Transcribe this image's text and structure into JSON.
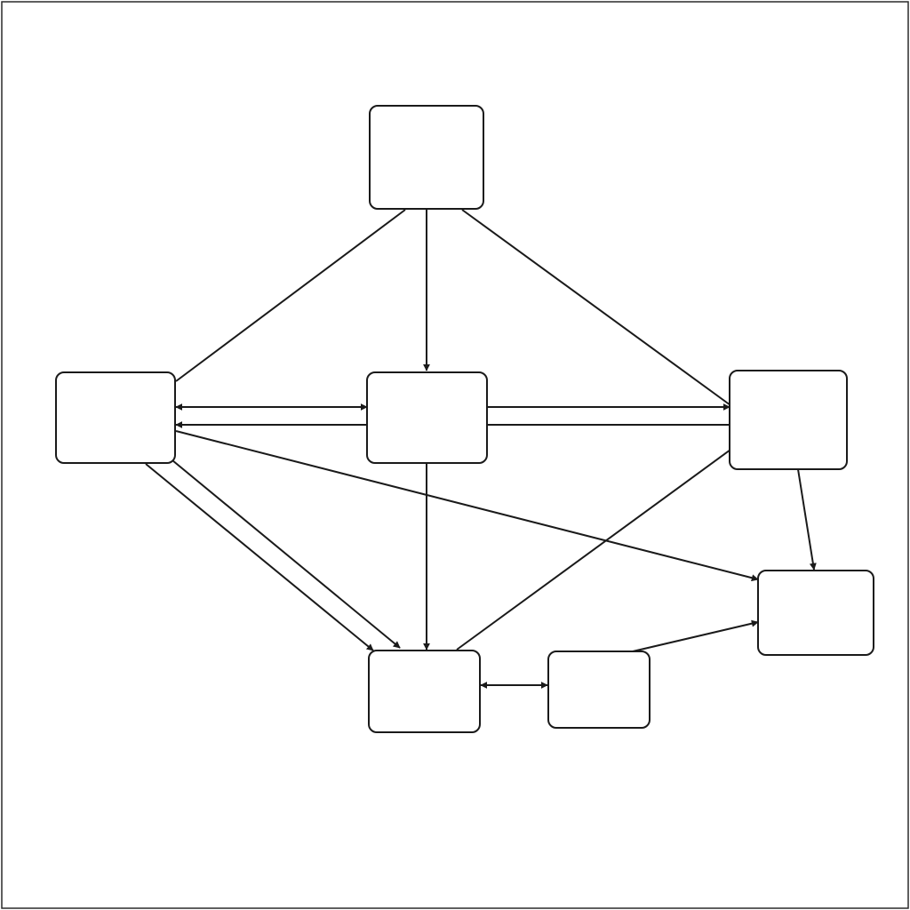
{
  "diagram": {
    "stroke_color": "#1a1a1a",
    "background_color": "#ffffff",
    "nodes": [
      {
        "id": "top",
        "label": ""
      },
      {
        "id": "left",
        "label": ""
      },
      {
        "id": "center",
        "label": ""
      },
      {
        "id": "right",
        "label": ""
      },
      {
        "id": "bottom-center",
        "label": ""
      },
      {
        "id": "bottom-middle",
        "label": ""
      },
      {
        "id": "bottom-right",
        "label": ""
      }
    ],
    "edges": [
      {
        "from": "top",
        "to": "left",
        "arrow": "none"
      },
      {
        "from": "top",
        "to": "center",
        "arrow": "end"
      },
      {
        "from": "top",
        "to": "right",
        "arrow": "none"
      },
      {
        "from": "left",
        "to": "center",
        "arrow": "both"
      },
      {
        "from": "center",
        "to": "left",
        "arrow": "end"
      },
      {
        "from": "center",
        "to": "right",
        "arrow": "end"
      },
      {
        "from": "center",
        "to": "right",
        "arrow": "none"
      },
      {
        "from": "left",
        "to": "bottom-center",
        "arrow": "end"
      },
      {
        "from": "left",
        "to": "bottom-center",
        "arrow": "end"
      },
      {
        "from": "left",
        "to": "bottom-right",
        "arrow": "end"
      },
      {
        "from": "center",
        "to": "bottom-center",
        "arrow": "end"
      },
      {
        "from": "right",
        "to": "bottom-center",
        "arrow": "none"
      },
      {
        "from": "right",
        "to": "bottom-right",
        "arrow": "end"
      },
      {
        "from": "bottom-center",
        "to": "bottom-middle",
        "arrow": "both"
      },
      {
        "from": "bottom-middle",
        "to": "bottom-right",
        "arrow": "end"
      }
    ]
  }
}
